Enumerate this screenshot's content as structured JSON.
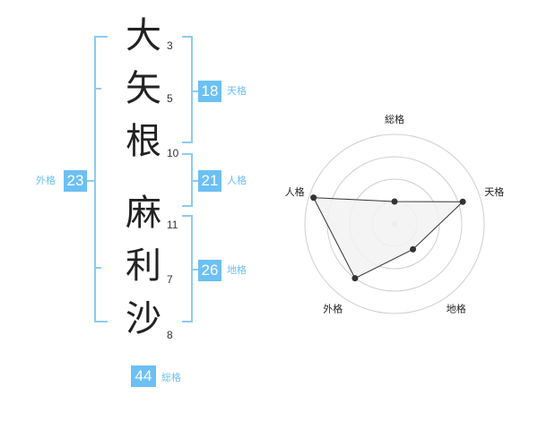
{
  "name": {
    "characters": [
      {
        "char": "大",
        "strokes": "3"
      },
      {
        "char": "矢",
        "strokes": "5"
      },
      {
        "char": "根",
        "strokes": "10"
      },
      {
        "char": "麻",
        "strokes": "11"
      },
      {
        "char": "利",
        "strokes": "7"
      },
      {
        "char": "沙",
        "strokes": "8"
      }
    ]
  },
  "kakusu": {
    "tenkaku": {
      "value": "18",
      "label": "天格"
    },
    "jinkaku": {
      "value": "21",
      "label": "人格"
    },
    "chikaku": {
      "value": "26",
      "label": "地格"
    },
    "gaikaku": {
      "value": "23",
      "label": "外格"
    },
    "soukaku": {
      "value": "44",
      "label": "総格"
    }
  },
  "colors": {
    "accent": "#6cc0f3",
    "bracket": "#8ecbf1",
    "radar_fill": "#f2f2f2",
    "radar_ring": "#cfcfcf",
    "radar_stroke": "#333333"
  },
  "chart_data": {
    "type": "radar",
    "axes": [
      "総格",
      "天格",
      "地格",
      "外格",
      "人格"
    ],
    "values": [
      0.25,
      0.8,
      0.35,
      0.75,
      0.95
    ],
    "rings": 4,
    "range": [
      0,
      1
    ]
  }
}
